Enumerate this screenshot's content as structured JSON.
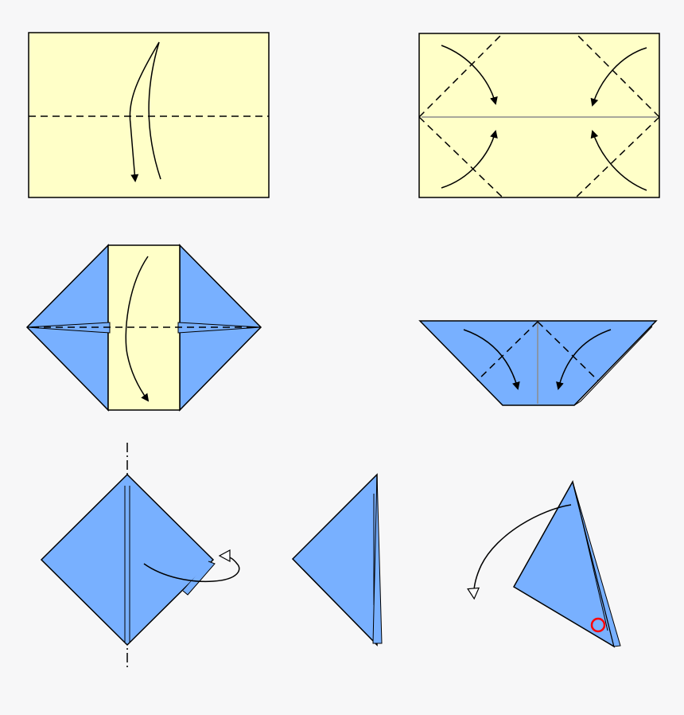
{
  "title": "",
  "colors": {
    "background": "#f7f7f8",
    "paper_front": "#ffffc8",
    "paper_back": "#78b0ff",
    "line": "#000000",
    "crease": "#8c8c8c",
    "marker": "#ff0000"
  },
  "steps": [
    {
      "name": "valley-fold-in-half",
      "arrow": "fold-down-arrow"
    },
    {
      "name": "fold-four-corners-to-center",
      "arrow": "fold-in-arrows"
    },
    {
      "name": "fold-top-down",
      "arrow": "fold-down-arrow"
    },
    {
      "name": "fold-sides-to-center",
      "arrow": "fold-in-arrows"
    },
    {
      "name": "turn-over",
      "arrow": "turn-over-arrow"
    },
    {
      "name": "result-triangle",
      "arrow": ""
    },
    {
      "name": "open-flap",
      "arrow": "unfold-arrow",
      "marker": "circle-marker"
    }
  ]
}
